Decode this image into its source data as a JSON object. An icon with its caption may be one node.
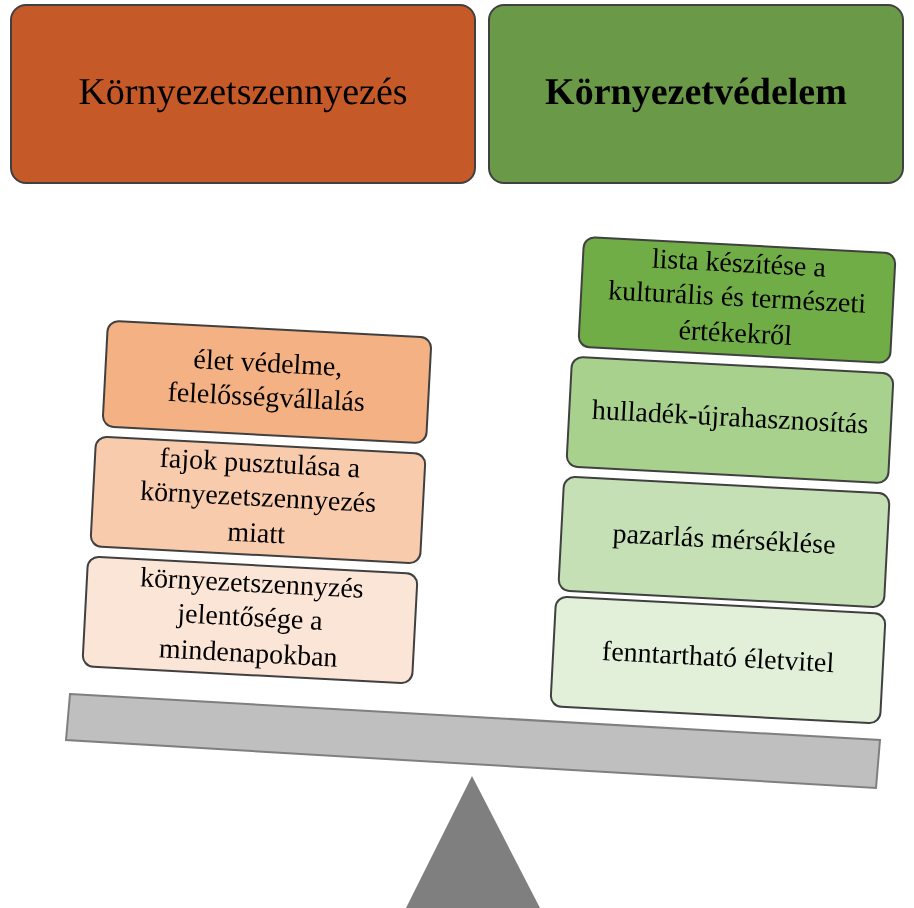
{
  "diagram": {
    "nodes": [
      {
        "text": [
          "Környezetszennyezés"
        ]
      },
      {
        "text": [
          "Környezetvédelem"
        ]
      },
      {
        "text": [
          "élet védelme, felelősségvállalás"
        ]
      },
      {
        "text": [
          "fajok pusztulása a környezetszennyezés miatt"
        ]
      },
      {
        "text": [
          "környezetszennyzés jelentősége a mindenapokban"
        ]
      },
      {
        "text": [
          "lista készítése a kulturális és természeti értékekről"
        ]
      },
      {
        "text": [
          "hulladék-újrahasznosítás"
        ]
      },
      {
        "text": [
          "pazarlás mérséklése"
        ]
      },
      {
        "text": [
          "fenntartható életvitel"
        ]
      }
    ]
  }
}
